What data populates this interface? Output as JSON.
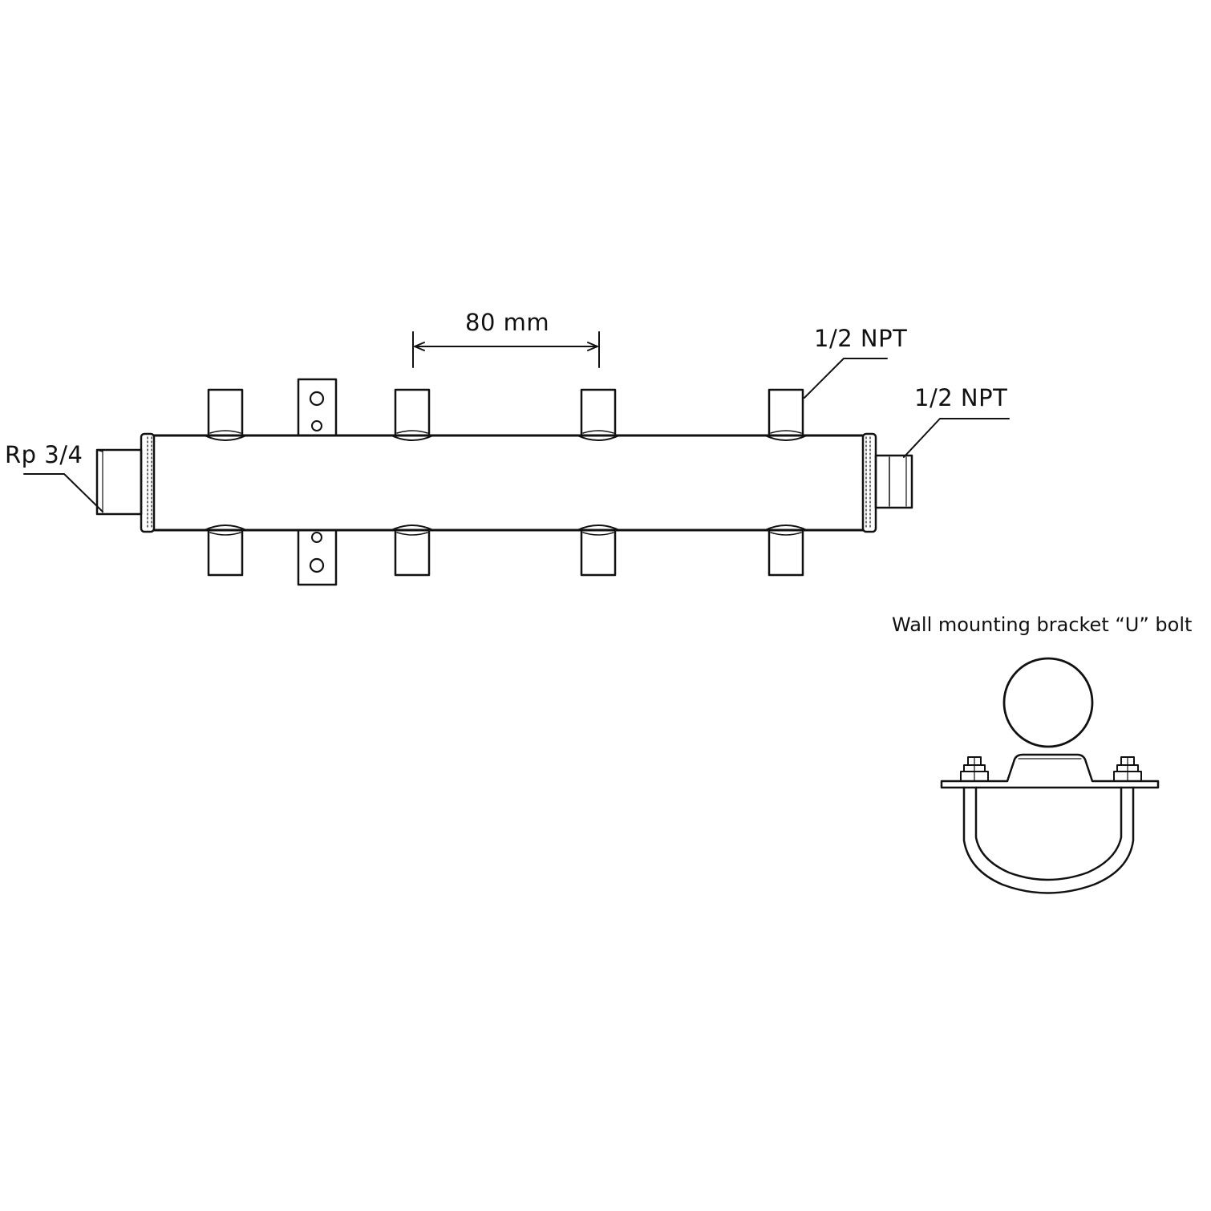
{
  "labels": {
    "spacing": "80 mm",
    "top_outlet": "1/2 NPT",
    "end_outlet": "1/2 NPT",
    "inlet": "Rp 3/4",
    "bracket_caption": "Wall mounting bracket “U” bolt"
  }
}
